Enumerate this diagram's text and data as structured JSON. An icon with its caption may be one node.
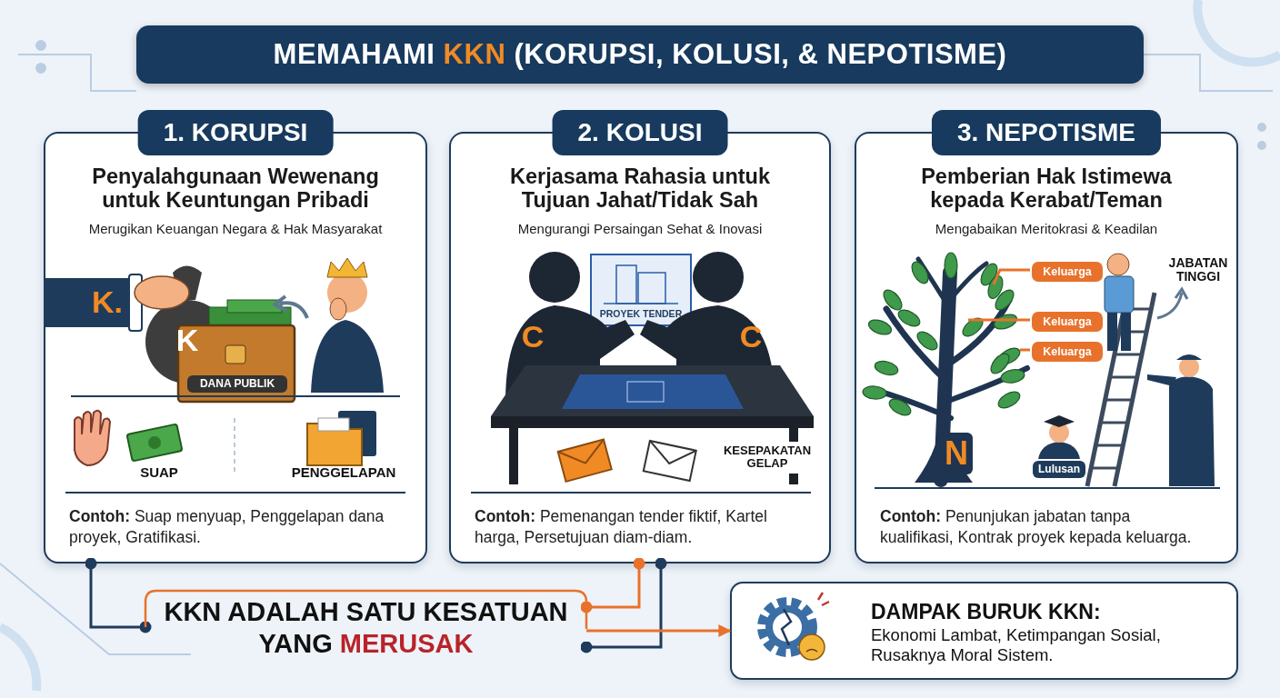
{
  "diagram": {
    "title": "MEMAHAMI **KKN** (KORUPSI, KOLUSI, & NEPOTISME)",
    "nodes": [
      {
        "text": [
          "1. KORUPSI",
          "Penyalahgunaan Wewenang untuk Keuntungan Pribadi",
          "Merugikan Keuangan Negara & Hak Masyarakat",
          "**Contoh:** Suap menyuap, Penggelapan dana proyek, Gratifikasi."
        ]
      },
      {
        "text": [
          "2. KOLUSI",
          "Kerjasama Rahasia untuk Tujuan Jahat/Tidak Sah",
          "Mengurangi Persaingan Sehat & Inovasi",
          "**Contoh:** Pemenangan tender fiktif, Kartel harga, Persetujuan diam-diam."
        ]
      },
      {
        "text": [
          "3. NEPOTISME",
          "Pemberian Hak Istimewa kepada Kerabat/Teman",
          "Mengabaikan Meritokrasi & Keadilan",
          "**Contoh:** Penunjukan jabatan tanpa kualifikasi, Kontrak proyek kepada keluarga."
        ]
      },
      {
        "text": [
          "Keluarga"
        ],
        "in": 2
      },
      {
        "text": [
          "Keluarga"
        ],
        "in": 2
      },
      {
        "text": [
          "Keluarga"
        ],
        "in": 2
      },
      {
        "text": [
          "KKN ADALAH SATU KESATUAN YANG **MERUSAK**"
        ]
      },
      {
        "text": [
          "DAMPAK BURUK KKN:",
          "Ekonomi Lambat, Ketimpangan Sosial, Rusaknya Moral Sistem."
        ]
      }
    ],
    "edges": [
      {
        "from": 0,
        "to": 6,
        "arrow": "other",
        "color": "#1f3b5c"
      },
      {
        "from": 1,
        "to": 6,
        "arrow": "other"
      },
      {
        "from": 1,
        "to": 6,
        "arrow": "other",
        "color": "#1f3b5c"
      },
      {
        "from": 6,
        "to": 7,
        "arrow": "to"
      },
      {
        "from": 3,
        "to": null,
        "arrow": "none"
      },
      {
        "from": 4,
        "to": null,
        "arrow": "none"
      },
      {
        "from": 5,
        "to": null,
        "arrow": "none"
      }
    ],
    "labels": [
      "K.",
      "K",
      "DANA PUBLIK",
      "SUAP",
      "PENGGELAPAN",
      "PROYEK TENDER",
      "C",
      "C",
      "KESEPAKATAN GELAP",
      "JABATAN TINGGI",
      "N",
      "Lulusan"
    ]
  }
}
